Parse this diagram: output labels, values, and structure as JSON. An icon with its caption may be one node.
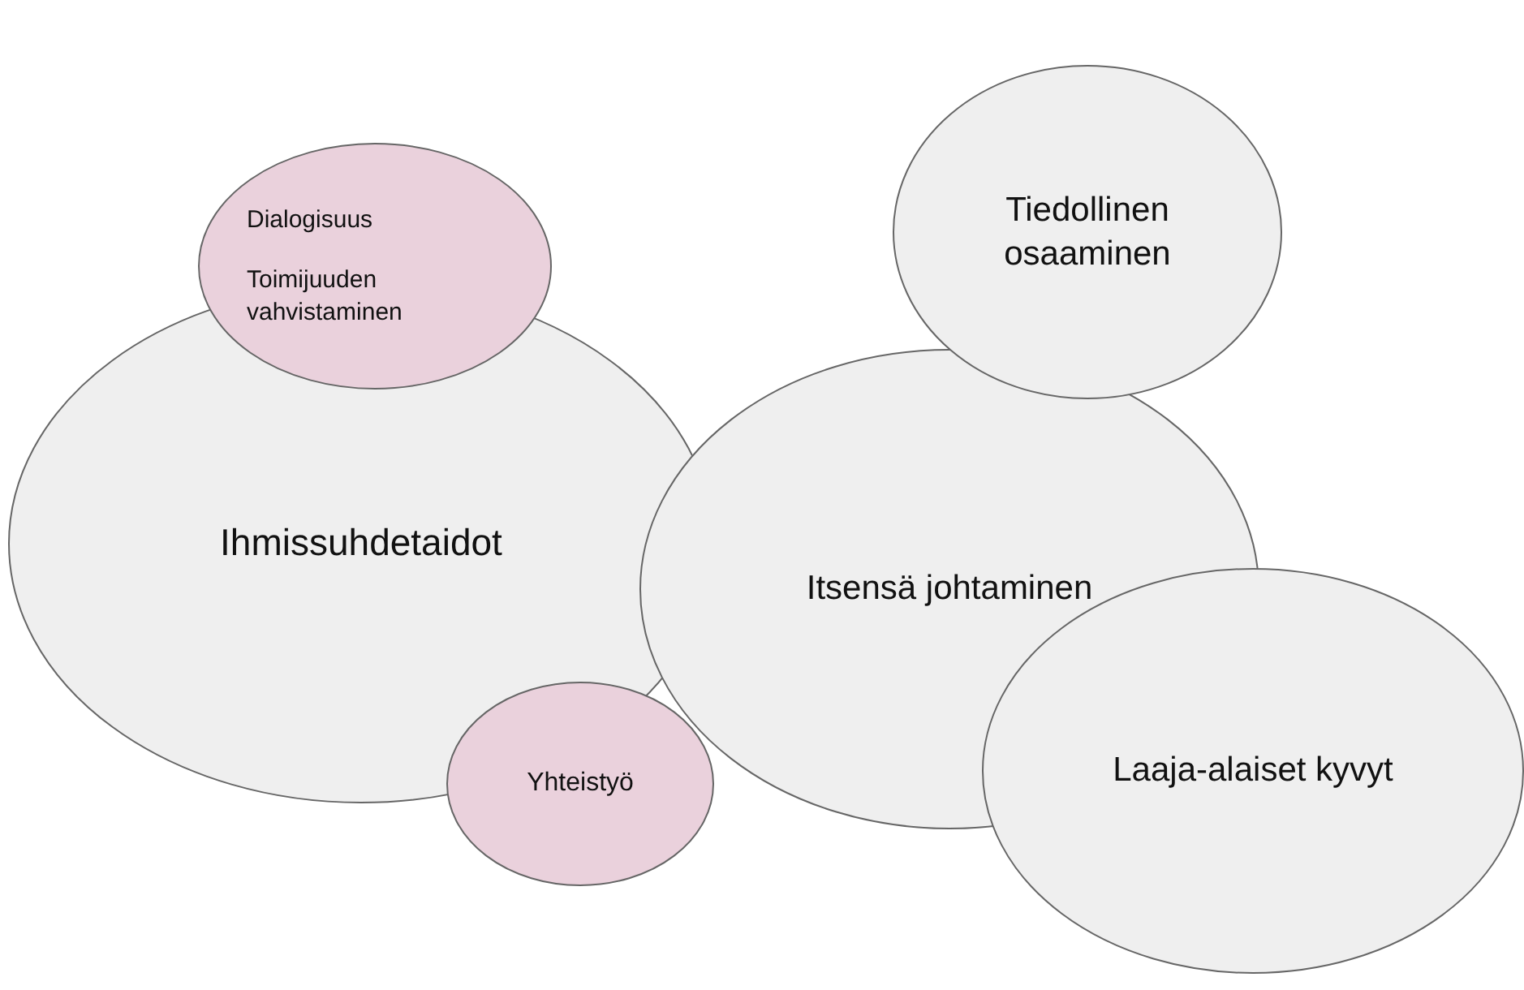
{
  "diagram": {
    "nodes": [
      {
        "text": [
          "Dialogisuus",
          "Toimijuuden vahvistaminen"
        ]
      },
      {
        "text": [
          "Tiedollinen osaaminen"
        ]
      },
      {
        "text": [
          "Ihmissuhdetaidot"
        ]
      },
      {
        "text": [
          "Itsensä johtaminen"
        ]
      },
      {
        "text": [
          "Yhteistyö"
        ]
      },
      {
        "text": [
          "Laaja-alaiset kyvyt"
        ]
      }
    ]
  }
}
